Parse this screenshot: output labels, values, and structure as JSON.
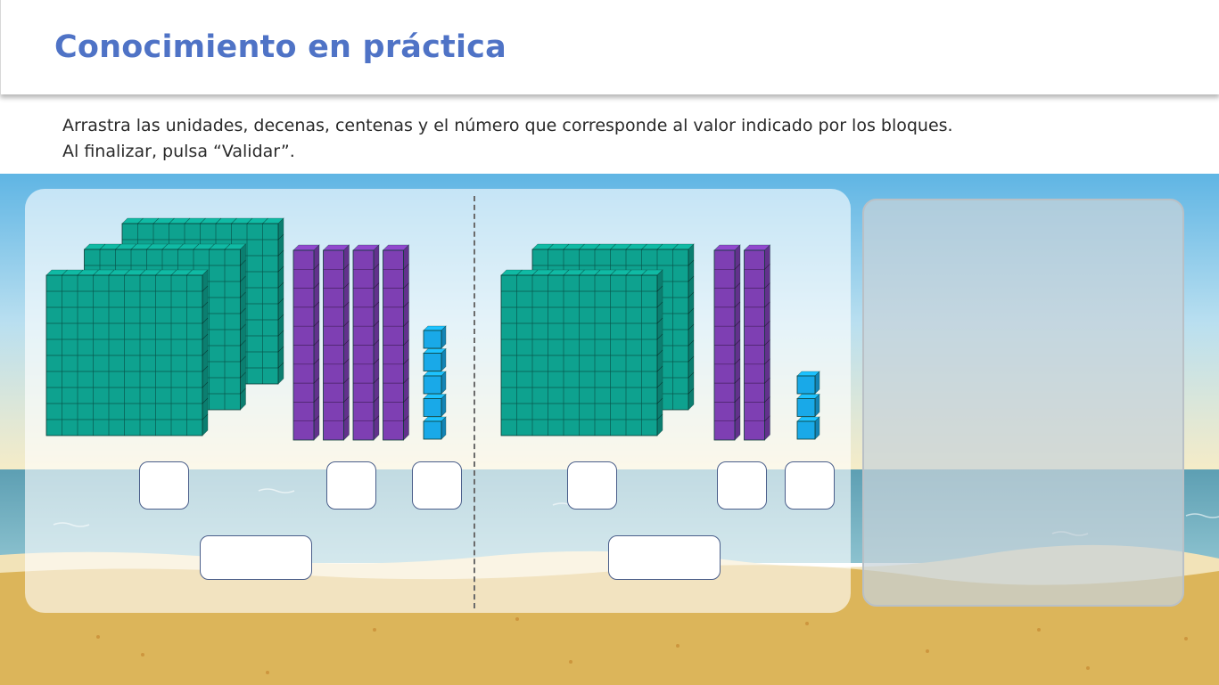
{
  "header": {
    "title": "Conocimiento en práctica"
  },
  "instructions": {
    "line1": "Arrastra las unidades, decenas, centenas y el número que corresponde al valor indicado por los bloques.",
    "line2": "Al finalizar, pulsa “Validar”."
  },
  "exercises": [
    {
      "hundreds": 3,
      "tens": 4,
      "units": 5
    },
    {
      "hundreds": 2,
      "tens": 2,
      "units": 3
    }
  ],
  "colors": {
    "hundred_block": "#0ea28f",
    "ten_block": "#7e3fb3",
    "unit_block": "#19a9e8",
    "title": "#4f73c6",
    "slot_border": "#4a5e8a"
  }
}
